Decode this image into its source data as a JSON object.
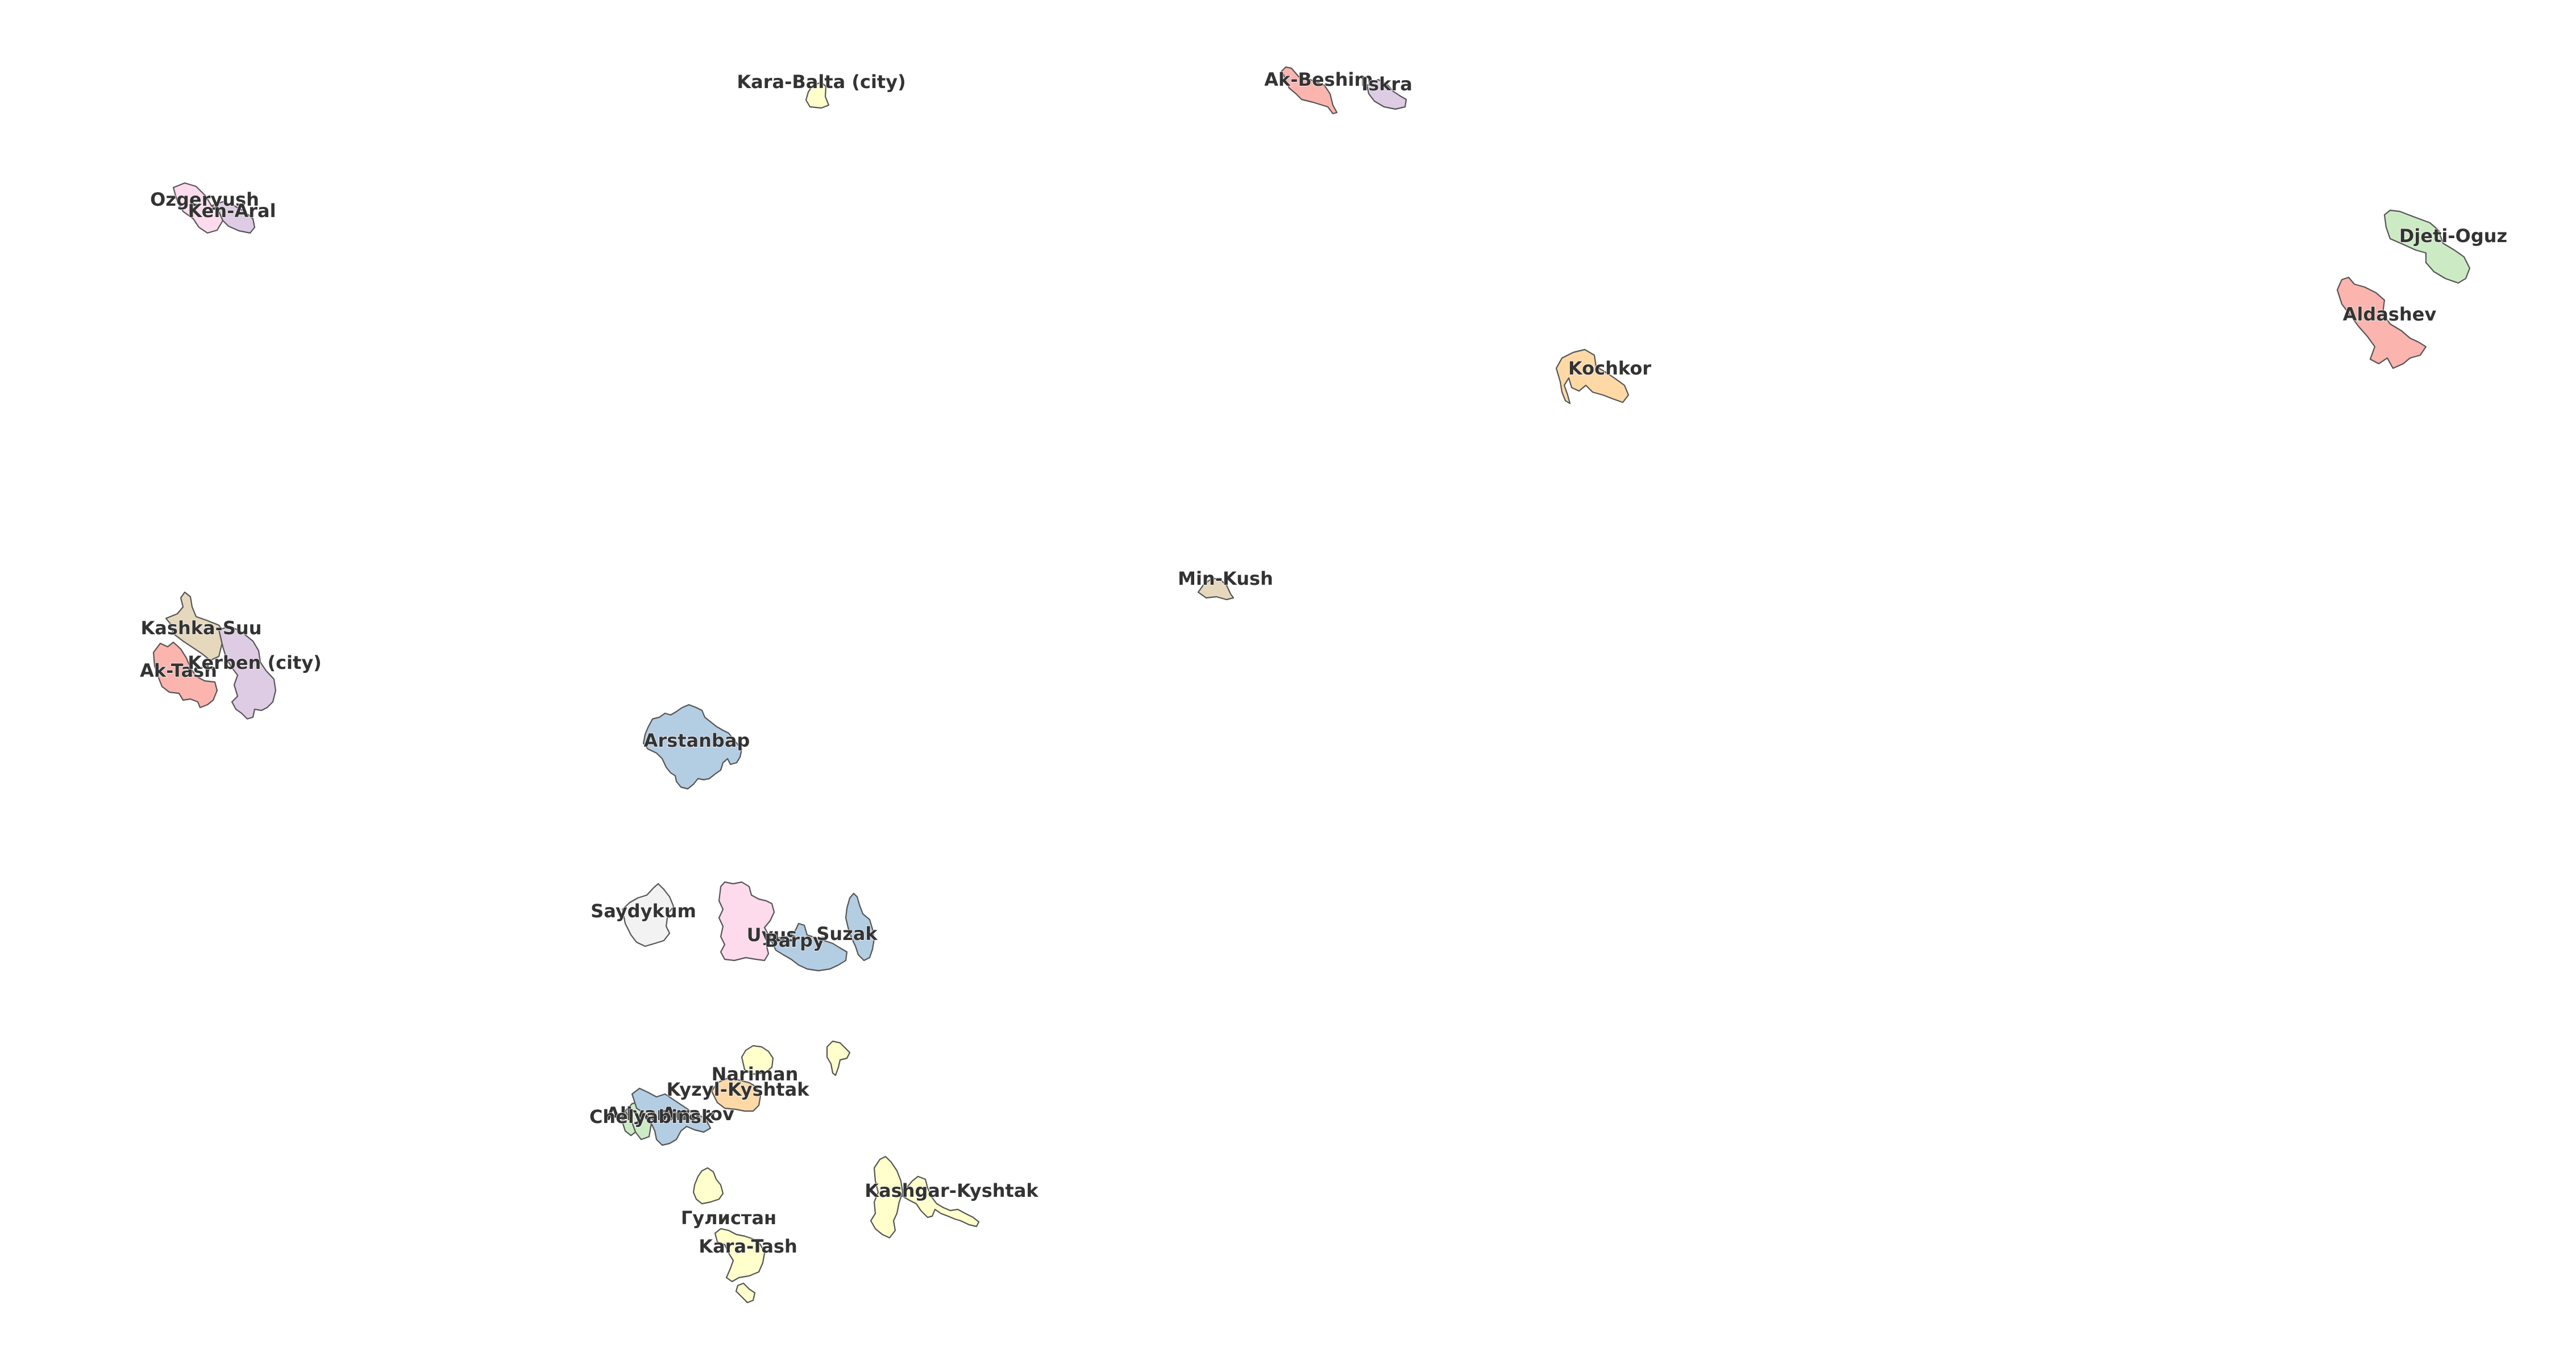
{
  "map": {
    "background": "#ffffff",
    "border_color": "#555555",
    "label_color": "#333333",
    "palette": {
      "yellow": "#ffffcc",
      "red": "#fbb4ae",
      "purple": "#decbe4",
      "pink": "#fddaec",
      "green": "#ccebc5",
      "orange": "#fed9a6",
      "tan": "#e5d8bd",
      "blue": "#b3cde3",
      "gray": "#f2f2f2"
    },
    "regions": [
      {
        "id": "kara-balta-city",
        "name": "Kara-Balta (city)",
        "fill": "yellow"
      },
      {
        "id": "ak-beshim",
        "name": "Ak-Beshim",
        "fill": "red"
      },
      {
        "id": "iskra",
        "name": "Iskra",
        "fill": "purple"
      },
      {
        "id": "ozgeryush",
        "name": "Ozgeryush",
        "fill": "pink"
      },
      {
        "id": "ken-aral",
        "name": "Ken-Aral",
        "fill": "purple"
      },
      {
        "id": "djeti-oguz",
        "name": "Djeti-Oguz",
        "fill": "green"
      },
      {
        "id": "aldashev",
        "name": "Aldashev",
        "fill": "red"
      },
      {
        "id": "kochkor",
        "name": "Kochkor",
        "fill": "orange"
      },
      {
        "id": "min-kush",
        "name": "Min-Kush",
        "fill": "tan"
      },
      {
        "id": "kashka-suu",
        "name": "Kashka-Suu",
        "fill": "tan"
      },
      {
        "id": "ak-tash",
        "name": "Ak-Tash",
        "fill": "red"
      },
      {
        "id": "kerben-city",
        "name": "Kerben (city)",
        "fill": "purple"
      },
      {
        "id": "arstanbap",
        "name": "Arstanbap",
        "fill": "blue"
      },
      {
        "id": "saydykum",
        "name": "Saydykum",
        "fill": "gray"
      },
      {
        "id": "uyus",
        "name": "Uyus",
        "fill": "pink"
      },
      {
        "id": "barpy",
        "name": "Barpy",
        "fill": "blue"
      },
      {
        "id": "suzak",
        "name": "Suzak",
        "fill": "blue"
      },
      {
        "id": "nariman",
        "name": "Nariman",
        "fill": "yellow"
      },
      {
        "id": "kyzyl-kyshtak",
        "name": "Kyzyl-Kyshtak",
        "fill": "orange"
      },
      {
        "id": "allyarov",
        "name": "Allyarov",
        "fill": "green"
      },
      {
        "id": "anarov",
        "name": "Anarov",
        "fill": "blue"
      },
      {
        "id": "chelyabinsk",
        "name": "Chelyabinsk",
        "fill": "green"
      },
      {
        "id": "kashgar-kyshtak",
        "name": "Kashgar-Kyshtak",
        "fill": "yellow"
      },
      {
        "id": "gulistan",
        "name": "Гулистан",
        "fill": "yellow"
      },
      {
        "id": "kara-tash",
        "name": "Kara-Tash",
        "fill": "yellow"
      }
    ]
  }
}
